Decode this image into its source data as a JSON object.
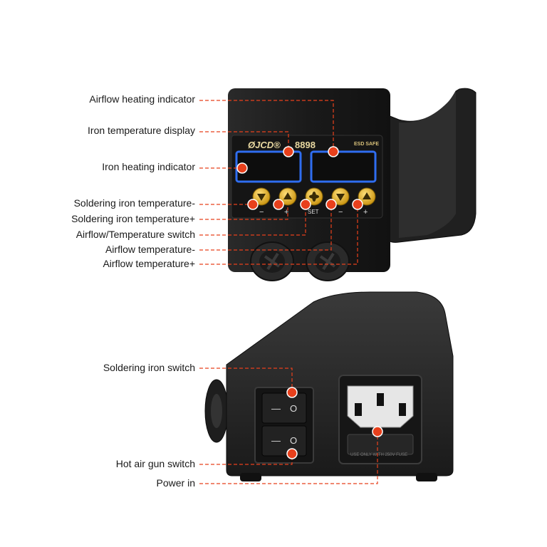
{
  "labels": {
    "airflow_heating_indicator": "Airflow heating indicator",
    "iron_temperature_display": "Iron temperature display",
    "iron_heating_indicator": "Iron heating indicator",
    "soldering_iron_temp_minus": "Soldering iron temperature-",
    "soldering_iron_temp_plus": "Soldering iron temperature+",
    "airflow_temperature_switch": "Airflow/Temperature switch",
    "airflow_temp_minus": "Airflow temperature-",
    "airflow_temp_plus": "Airflow temperature+",
    "soldering_iron_switch": "Soldering iron switch",
    "hot_air_gun_switch": "Hot air gun switch",
    "power_in": "Power in"
  },
  "device": {
    "brand": "ØJCD®",
    "model": "8898",
    "badge": "ESD SAFE",
    "set_label": "SET",
    "minus": "−",
    "plus": "+",
    "fuse_text": "USE ONLY WITH 250V FUSE",
    "rocker_off": "—",
    "rocker_on": "O"
  },
  "colors": {
    "marker": "#e8401c",
    "leader": "#e8401c",
    "body": "#1c1c1c",
    "display": "#1f4fd0",
    "button": "#e8b21a"
  }
}
